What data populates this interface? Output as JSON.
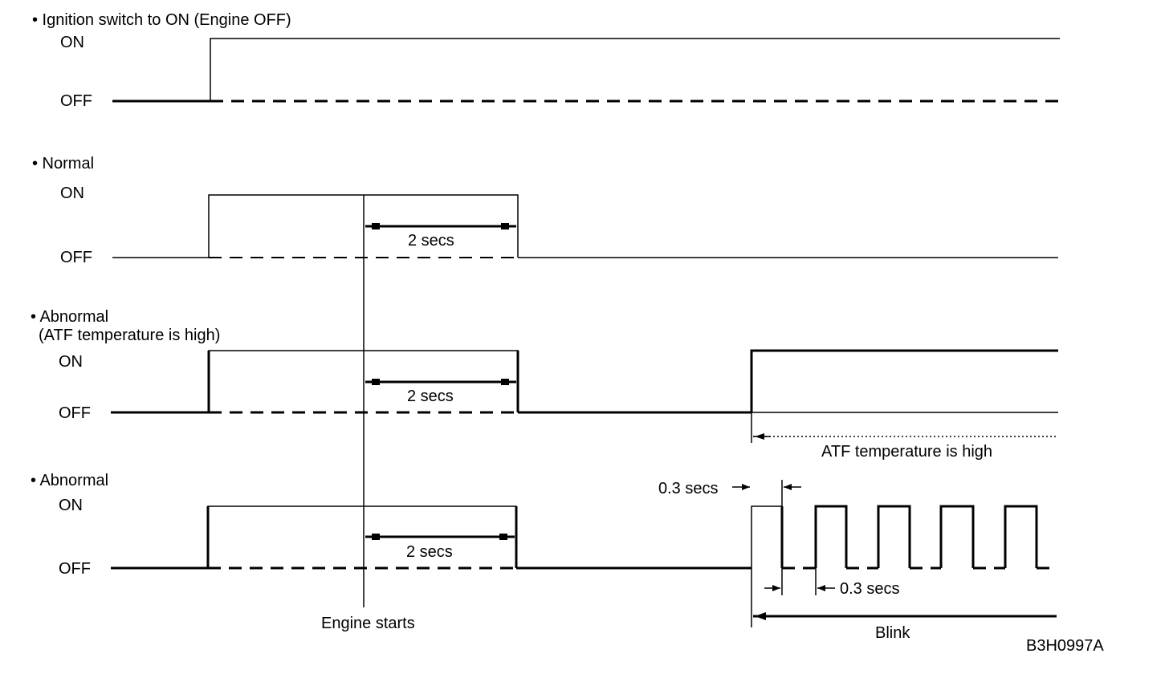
{
  "sections": {
    "ignition": {
      "title": "• Ignition switch to ON (Engine OFF)",
      "on": "ON",
      "off": "OFF"
    },
    "normal": {
      "title": "• Normal",
      "on": "ON",
      "off": "OFF",
      "duration": "2 secs"
    },
    "abnormal_atf": {
      "title": "• Abnormal",
      "subtitle": "(ATF temperature is high)",
      "on": "ON",
      "off": "OFF",
      "duration": "2 secs",
      "condition": "ATF temperature is high"
    },
    "abnormal_blink": {
      "title": "• Abnormal",
      "on": "ON",
      "off": "OFF",
      "duration": "2 secs",
      "on_time": "0.3 secs",
      "off_time": "0.3 secs",
      "pattern": "Blink"
    }
  },
  "engine_starts": "Engine starts",
  "figure_id": "B3H0997A"
}
